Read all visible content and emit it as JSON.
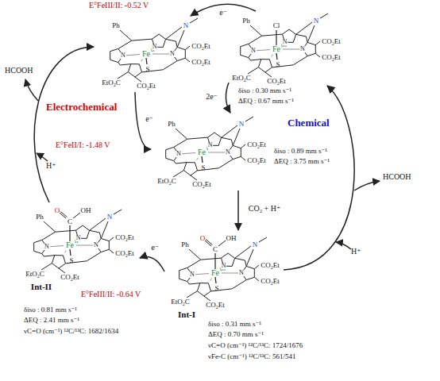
{
  "diagram": {
    "nodes": [
      {
        "text": [
          "Ph",
          "Fe",
          "II",
          "N",
          "N",
          "N",
          "N",
          "S",
          "CO₂Et",
          "CO₂Et",
          "EtO₂C",
          "CO₂Et"
        ]
      },
      {
        "text": [
          "Ph",
          "Cl",
          "Fe",
          "III",
          "N",
          "N",
          "N",
          "N",
          "S",
          "CO₂Et",
          "CO₂Et",
          "EtO₂C",
          "CO₂Et"
        ]
      },
      {
        "text": [
          "Ph",
          "Fe",
          "I",
          "N",
          "N",
          "N",
          "N",
          "S",
          "CO₂Et",
          "CO₂Et",
          "EtO₂C",
          "CO₂Et"
        ]
      },
      {
        "text": [
          "O",
          "OH",
          "C",
          "Ph",
          "Fe",
          "II",
          "N",
          "N",
          "N",
          "N",
          "S",
          "CO₂Et",
          "CO₂Et",
          "EtO₂C",
          "CO₂Et",
          "Int-II"
        ]
      },
      {
        "text": [
          "O",
          "OH",
          "C",
          "Ph",
          "Fe",
          "III",
          "N",
          "N",
          "N",
          "N",
          "S",
          "CO₂Et",
          "CO₂Et",
          "EtO₂C",
          "CO₂Et",
          "Int-I"
        ]
      }
    ],
    "edges": [
      {
        "from": 1,
        "to": 0,
        "arrow": "to",
        "label": "e⁻"
      },
      {
        "from": 0,
        "to": 2,
        "arrow": "to",
        "label": "e⁻"
      },
      {
        "from": 1,
        "to": 2,
        "arrow": "to",
        "label": "2e⁻"
      },
      {
        "from": 2,
        "to": 4,
        "arrow": "to",
        "label": "CO₂ + H⁺"
      },
      {
        "from": 4,
        "to": 3,
        "arrow": "to",
        "label": "e⁻"
      },
      {
        "from": 3,
        "to": 0,
        "arrow": "to"
      },
      {
        "from": 4,
        "to": 1,
        "arrow": "to"
      }
    ],
    "labels": [
      "E°FeIII/II: -0.52 V",
      "E°FeII/I: -1.48 V",
      "E°FeIII/II: -0.64 V",
      "δiso : 0.30 mm s⁻¹",
      "ΔEQ : 0.67 mm s⁻¹",
      "δiso : 0.89 mm s⁻¹",
      "ΔEQ : 3.75 mm s⁻¹",
      "δiso : 0.81 mm s⁻¹",
      "ΔEQ : 2.41 mm s⁻¹",
      "νC=O (cm⁻¹) ¹²C/¹³C: 1682/1634",
      "δiso : 0.31 mm s⁻¹",
      "ΔEQ : 0.70 mm s⁻¹",
      "νC=O (cm⁻¹) ¹²C/¹³C: 1724/1676",
      "νFe-C (cm⁻¹) ¹²C/¹³C: 561/541",
      "HCOOH",
      "H⁺",
      "Electrochemical",
      "Chemical",
      "H⁺",
      "HCOOH"
    ]
  }
}
